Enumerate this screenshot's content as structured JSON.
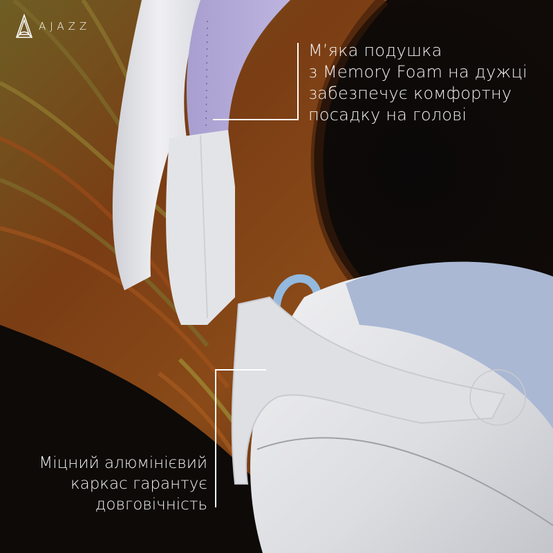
{
  "brand": {
    "name": "AJAZZ",
    "logo_icon": "ajazz-triangle-logo-icon"
  },
  "callouts": {
    "top": {
      "lines": [
        "М’яка подушка",
        "з Memory Foam на дужці",
        "забезпечує комфортну",
        "посадку на голові"
      ]
    },
    "bottom": {
      "lines": [
        "Міцний алюмінієвий",
        "каркас гарантує",
        "довговічність"
      ]
    }
  },
  "colors": {
    "background_dark": "#0b0908",
    "swirl_brown": "#7a3d14",
    "swirl_olive": "#7d6a2a",
    "headband_white": "#e6e6ea",
    "headband_cushion_lavender": "#b7aedb",
    "earpad_blue": "#aab8d4",
    "cable_blue": "#93b9de",
    "text": "#f2f2f2"
  }
}
